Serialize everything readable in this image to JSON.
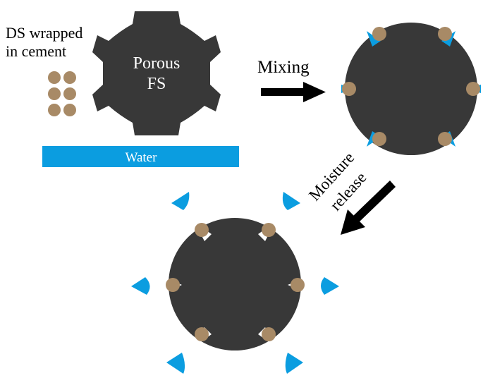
{
  "labels": {
    "ds_line1": "DS wrapped",
    "ds_line2": "in cement",
    "fs_line1": "Porous",
    "fs_line2": "FS",
    "water": "Water",
    "mixing": "Mixing",
    "moisture_line1": "Moisture",
    "moisture_line2": "release"
  },
  "colors": {
    "aggregate": "#383838",
    "ds_particle": "#a88a66",
    "water": "#0b9de0",
    "arrow": "#000000",
    "background": "#ffffff"
  }
}
